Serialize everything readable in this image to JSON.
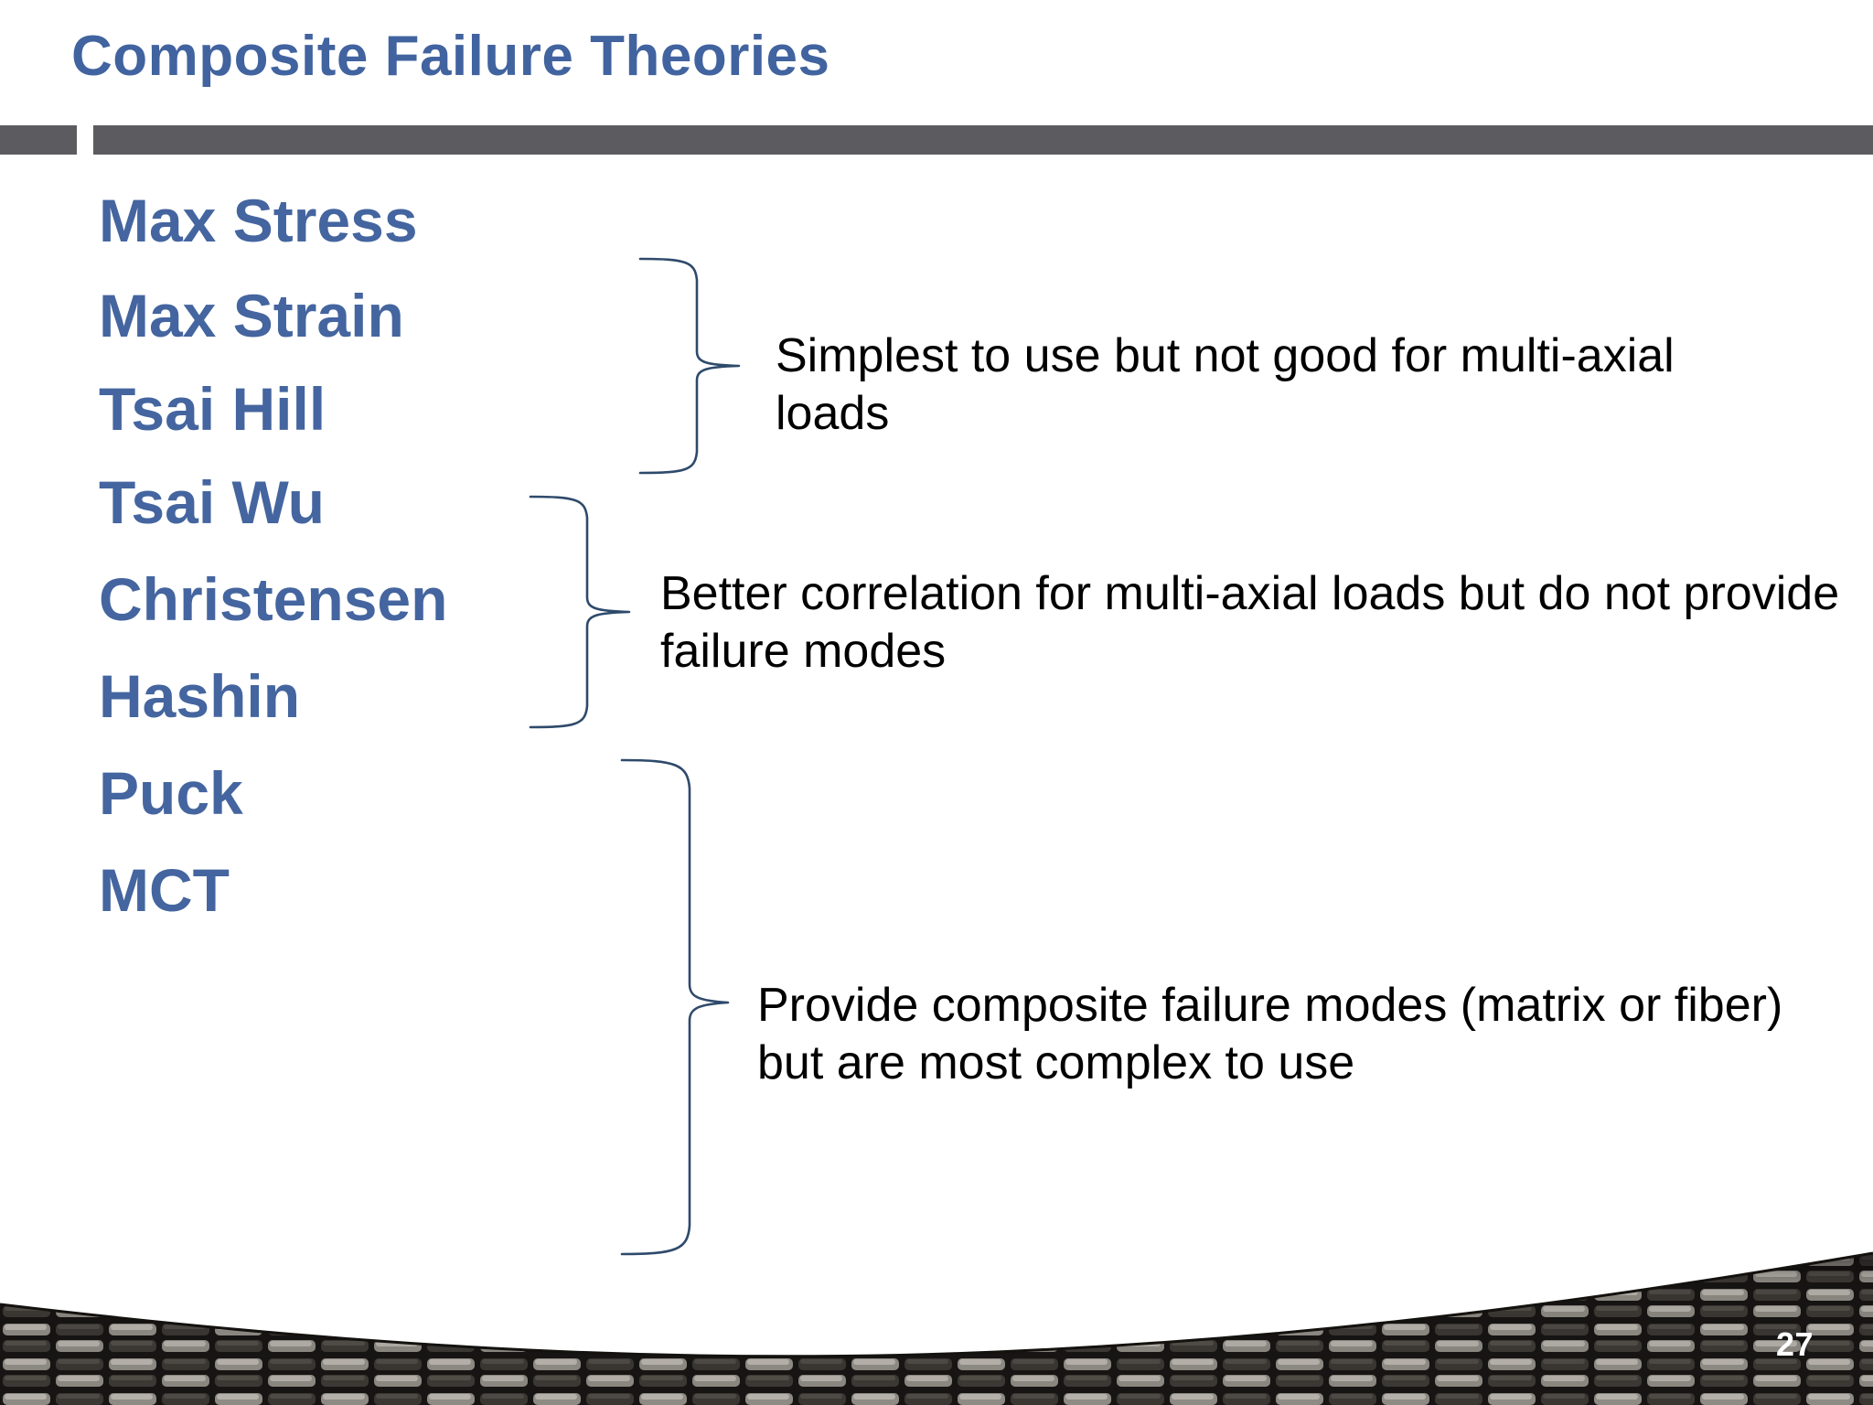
{
  "slide": {
    "title": "Composite Failure Theories",
    "page_number": "27",
    "colors": {
      "title_blue": "#41639F",
      "theory_blue": "#44659F",
      "divider_gray": "#5C5C60",
      "brace_navy": "#2E4A6B",
      "body_black": "#000000",
      "background": "#FFFFFF"
    }
  },
  "theories": {
    "group1": {
      "items": [
        {
          "label": "Max Stress"
        },
        {
          "label": "Max Strain"
        }
      ],
      "description": "Simplest to use but not good for multi-axial loads"
    },
    "group2": {
      "items": [
        {
          "label": "Tsai Hill"
        },
        {
          "label": "Tsai Wu"
        }
      ],
      "description": "Better correlation for multi-axial loads but do not provide failure modes"
    },
    "group3": {
      "items": [
        {
          "label": "Christensen"
        },
        {
          "label": "Hashin"
        },
        {
          "label": "Puck"
        },
        {
          "label": "MCT"
        }
      ],
      "description": "Provide composite failure modes (matrix or fiber) but are most complex to use"
    }
  },
  "decorations": {
    "brace_1": "curly-brace-icon",
    "brace_2": "curly-brace-icon",
    "brace_3": "curly-brace-icon",
    "footer_texture": "carbon-fiber-weave"
  }
}
